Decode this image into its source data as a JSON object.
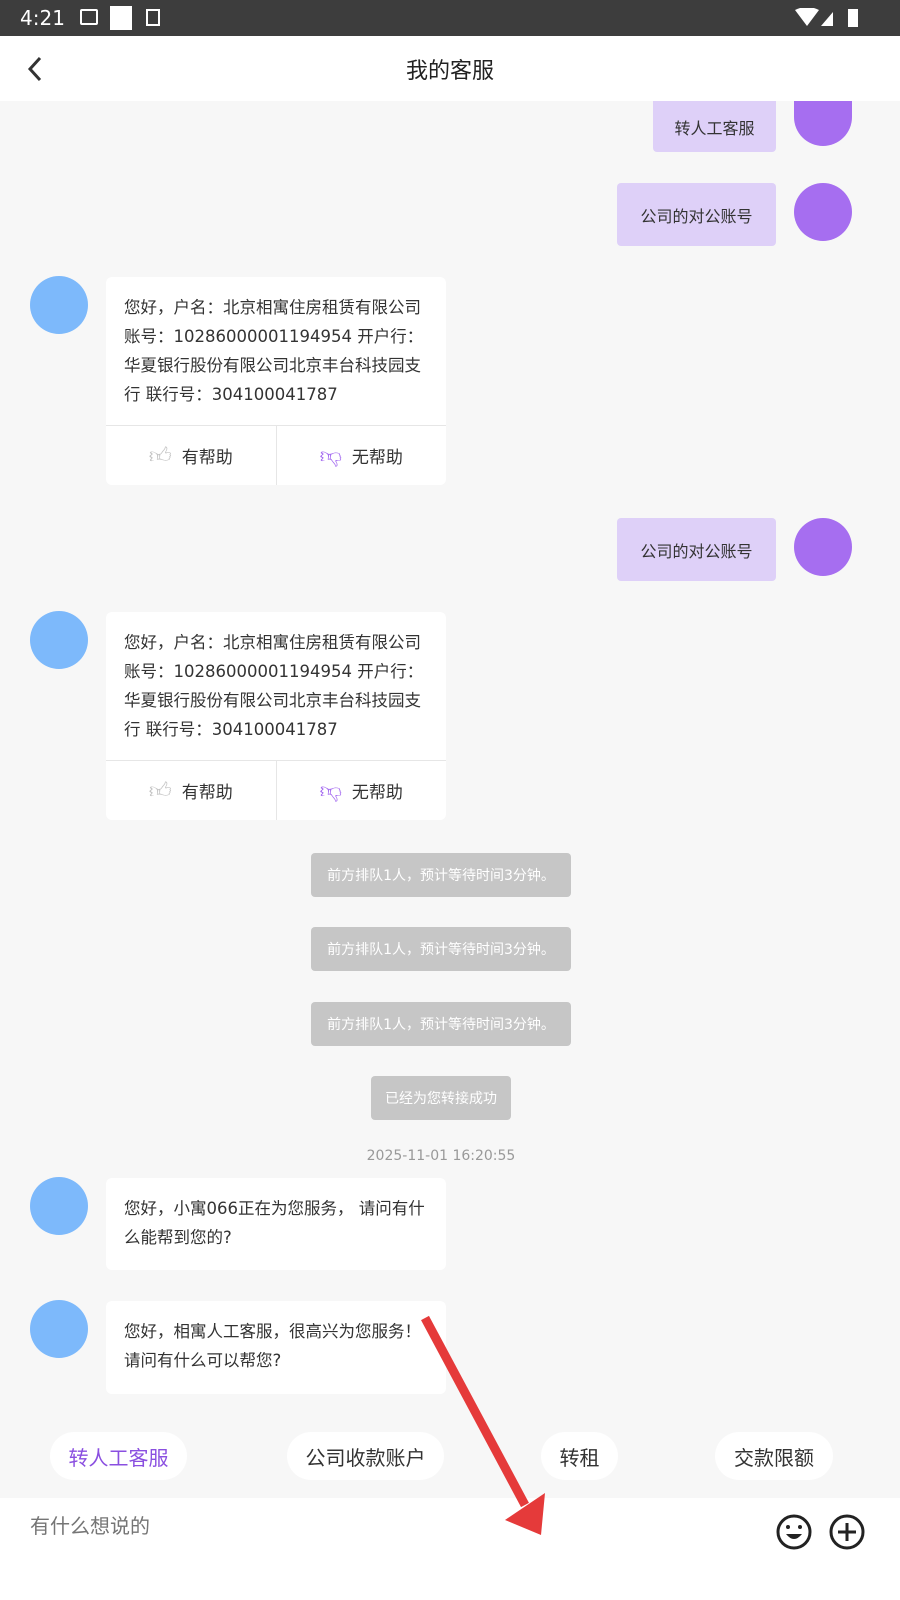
{
  "status_bar": {
    "time": "4:21"
  },
  "header": {
    "title": "我的客服"
  },
  "messages": {
    "user1": "转人工客服",
    "user2": "公司的对公账号",
    "bot1": "您好，户名：北京相寓住房租赁有限公司 账号：10286000001194954 开户行：华夏银行股份有限公司北京丰台科技园支行 联行号：304100041787",
    "user3": "公司的对公账号",
    "bot2": "您好，户名：北京相寓住房租赁有限公司 账号：10286000001194954 开户行：华夏银行股份有限公司北京丰台科技园支行 联行号：304100041787",
    "sys1": "前方排队1人，预计等待时间3分钟。",
    "sys2": "前方排队1人，预计等待时间3分钟。",
    "sys3": "前方排队1人，预计等待时间3分钟。",
    "sys4": "已经为您转接成功",
    "timestamp": "2025-11-01 16:20:55",
    "bot3": "您好，小寓066正在为您服务， 请问有什么能帮到您的?",
    "bot4": "您好，相寓人工客服，很高兴为您服务！请问有什么可以帮您?"
  },
  "feedback": {
    "helpful": "有帮助",
    "unhelpful": "无帮助"
  },
  "quick_replies": [
    "转人工客服",
    "公司收款账户",
    "转租",
    "交款限额"
  ],
  "input": {
    "placeholder": "有什么想说的"
  },
  "colors": {
    "accent": "#8a4fe0",
    "user_bubble": "#ded0f8",
    "bot_avatar": "#7db9fb",
    "annotation_arrow": "#e53a3a"
  }
}
